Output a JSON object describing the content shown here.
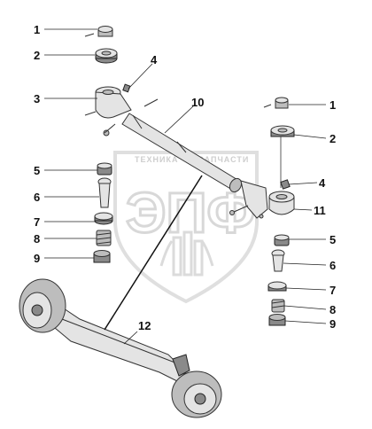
{
  "watermark": {
    "top_text": "ТЕХНИКА",
    "top_text_right": "ЗАПЧАСТИ",
    "big_text": "ЭПФ"
  },
  "callouts": [
    {
      "id": "c1a",
      "text": "1"
    },
    {
      "id": "c2a",
      "text": "2"
    },
    {
      "id": "c3",
      "text": "3"
    },
    {
      "id": "c4a",
      "text": "4"
    },
    {
      "id": "c10",
      "text": "10"
    },
    {
      "id": "c1b",
      "text": "1"
    },
    {
      "id": "c2b",
      "text": "2"
    },
    {
      "id": "c5a",
      "text": "5"
    },
    {
      "id": "c6a",
      "text": "6"
    },
    {
      "id": "c7a",
      "text": "7"
    },
    {
      "id": "c8a",
      "text": "8"
    },
    {
      "id": "c9a",
      "text": "9"
    },
    {
      "id": "c4b",
      "text": "4"
    },
    {
      "id": "c11",
      "text": "11"
    },
    {
      "id": "c5b",
      "text": "5"
    },
    {
      "id": "c6b",
      "text": "6"
    },
    {
      "id": "c7b",
      "text": "7"
    },
    {
      "id": "c8b",
      "text": "8"
    },
    {
      "id": "c9b",
      "text": "9"
    },
    {
      "id": "c12",
      "text": "12"
    }
  ]
}
